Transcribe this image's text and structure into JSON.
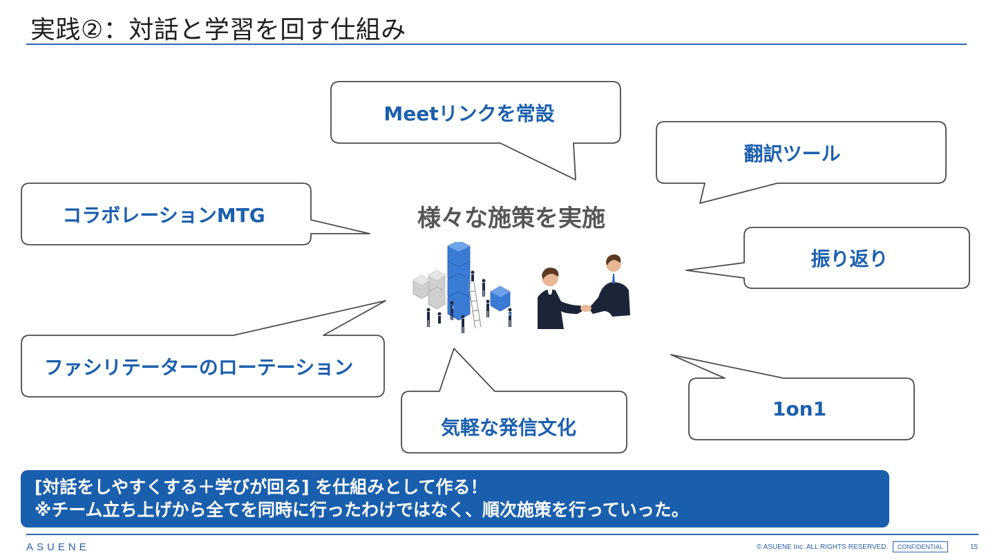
{
  "slide": {
    "title": "実践②：対話と学習を回す仕組み",
    "center_heading": "様々な施策を実施",
    "bubbles": {
      "meet_link": "Meetリンクを常設",
      "translation_tool": "翻訳ツール",
      "collaboration_mtg": "コラボレーションMTG",
      "retrospective": "振り返り",
      "facilitator_rotation": "ファシリテーターのローテーション",
      "casual_sharing": "気軽な発信文化",
      "one_on_one": "1on1"
    },
    "banner": {
      "line1": "[対話をしやすくする＋学びが回る] を仕組みとして作る！",
      "line2": "※チーム立ち上げから全てを同時に行ったわけではなく、順次施策を行っていった。"
    },
    "footer": {
      "logo": "ASUENE",
      "copyright": "© ASUENE Inc. ALL RIGHTS RESERVED.",
      "confidential": "CONFIDENTIAL",
      "page_number": "15"
    }
  },
  "colors": {
    "accent": "#1b5fae",
    "banner": "#1a5fad",
    "rule": "#2b65b0",
    "bubble_border": "#4a4a4a",
    "heading_gray": "#555555"
  },
  "icons": [
    "building-blocks-team-illustration",
    "handshake-illustration"
  ]
}
